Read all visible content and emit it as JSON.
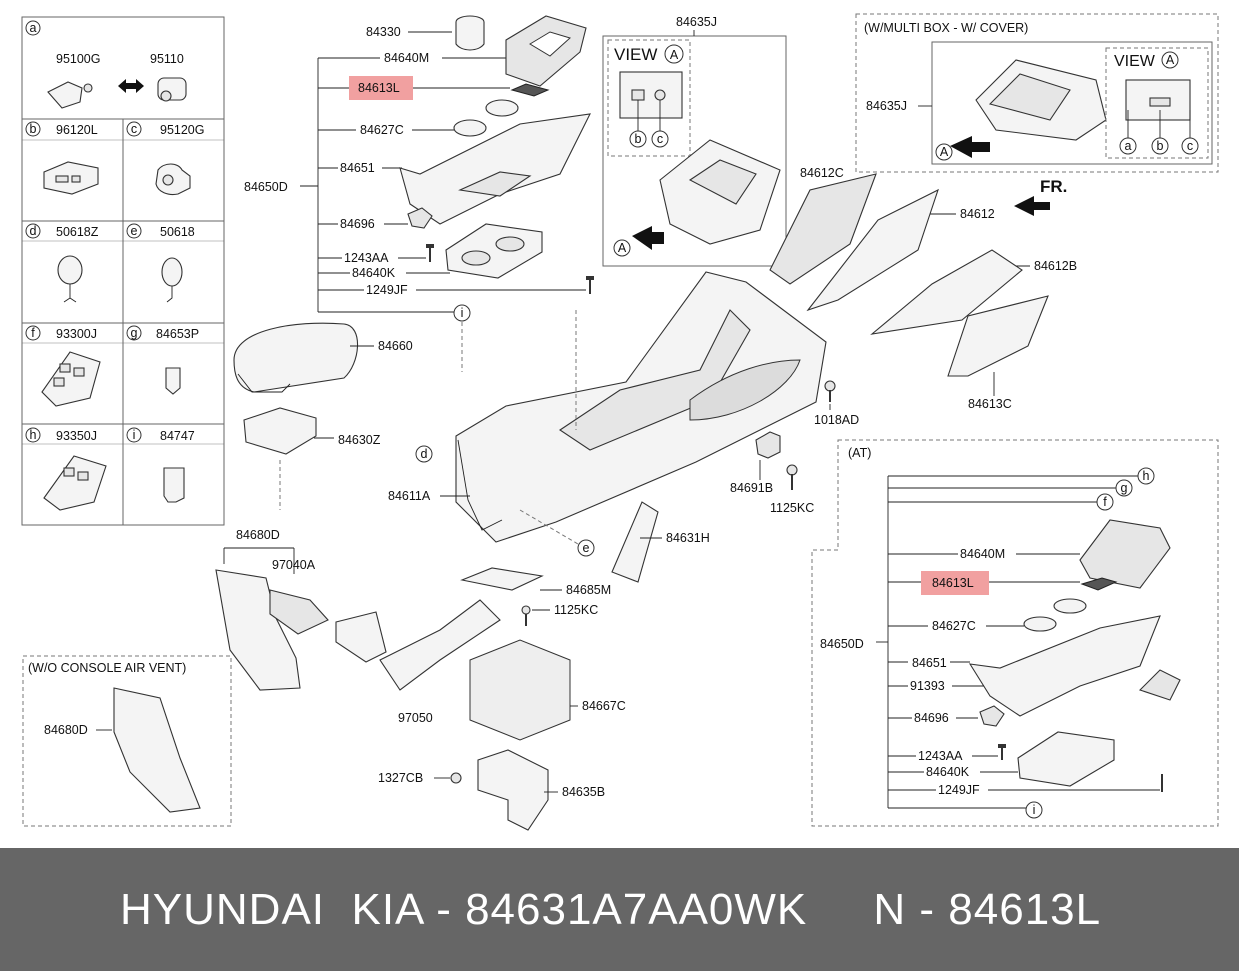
{
  "legend": {
    "cells": [
      {
        "letter": "a",
        "codes": [
          "95100G",
          "95110"
        ]
      },
      {
        "letter": "b",
        "codes": [
          "96120L"
        ]
      },
      {
        "letter": "c",
        "codes": [
          "95120G"
        ]
      },
      {
        "letter": "d",
        "codes": [
          "50618Z"
        ]
      },
      {
        "letter": "e",
        "codes": [
          "50618"
        ]
      },
      {
        "letter": "f",
        "codes": [
          "93300J"
        ]
      },
      {
        "letter": "g",
        "codes": [
          "84653P"
        ]
      },
      {
        "letter": "h",
        "codes": [
          "93350J"
        ]
      },
      {
        "letter": "i",
        "codes": [
          "84747"
        ]
      }
    ]
  },
  "main_labels": {
    "p84330": "84330",
    "p84640M": "84640M",
    "p84613L": "84613L",
    "p84627C": "84627C",
    "p84650D": "84650D",
    "p84651": "84651",
    "p84696": "84696",
    "p1243AA": "1243AA",
    "p84640K": "84640K",
    "p1249JF": "1249JF",
    "p84660": "84660",
    "p84630Z": "84630Z",
    "p84611A": "84611A",
    "p84635J": "84635J",
    "p84612C": "84612C",
    "p84612": "84612",
    "p84612B": "84612B",
    "p84613C": "84613C",
    "p1018AD": "1018AD",
    "p84691B": "84691B",
    "p1125KC": "1125KC",
    "p84631H": "84631H",
    "p84680D": "84680D",
    "p97040A": "97040A",
    "p84685M": "84685M",
    "p1125KC_b": "1125KC",
    "p84667C": "84667C",
    "p97050": "97050",
    "p1327CB": "1327CB",
    "p84635B": "84635B",
    "fr": "FR.",
    "callout_i": "i",
    "callout_d": "d",
    "callout_e": "e"
  },
  "view_a": {
    "title": "VIEW",
    "letter": "A",
    "callouts": [
      "b",
      "c"
    ],
    "arrow_letter": "A"
  },
  "multi_box": {
    "title": "(W/MULTI BOX - W/ COVER)",
    "part": "84635J",
    "view_title": "VIEW",
    "view_letter": "A",
    "callouts": [
      "a",
      "b",
      "c"
    ],
    "arrow_letter": "A"
  },
  "wo_vent": {
    "title": "(W/O CONSOLE AIR VENT)",
    "part": "84680D"
  },
  "at_box": {
    "title": "(AT)",
    "p84640M": "84640M",
    "p84613L": "84613L",
    "p84650D": "84650D",
    "p84627C": "84627C",
    "p84651": "84651",
    "p91393": "91393",
    "p84696": "84696",
    "p1243AA": "1243AA",
    "p84640K": "84640K",
    "p1249JF": "1249JF",
    "callouts": [
      "h",
      "g",
      "f",
      "i"
    ]
  },
  "highlight_color": "#ef8f8f",
  "footer": {
    "text": "HYUNDAI  KIA - 84631A7AA0WK     N - 84613L",
    "bg_color": "#666666"
  }
}
